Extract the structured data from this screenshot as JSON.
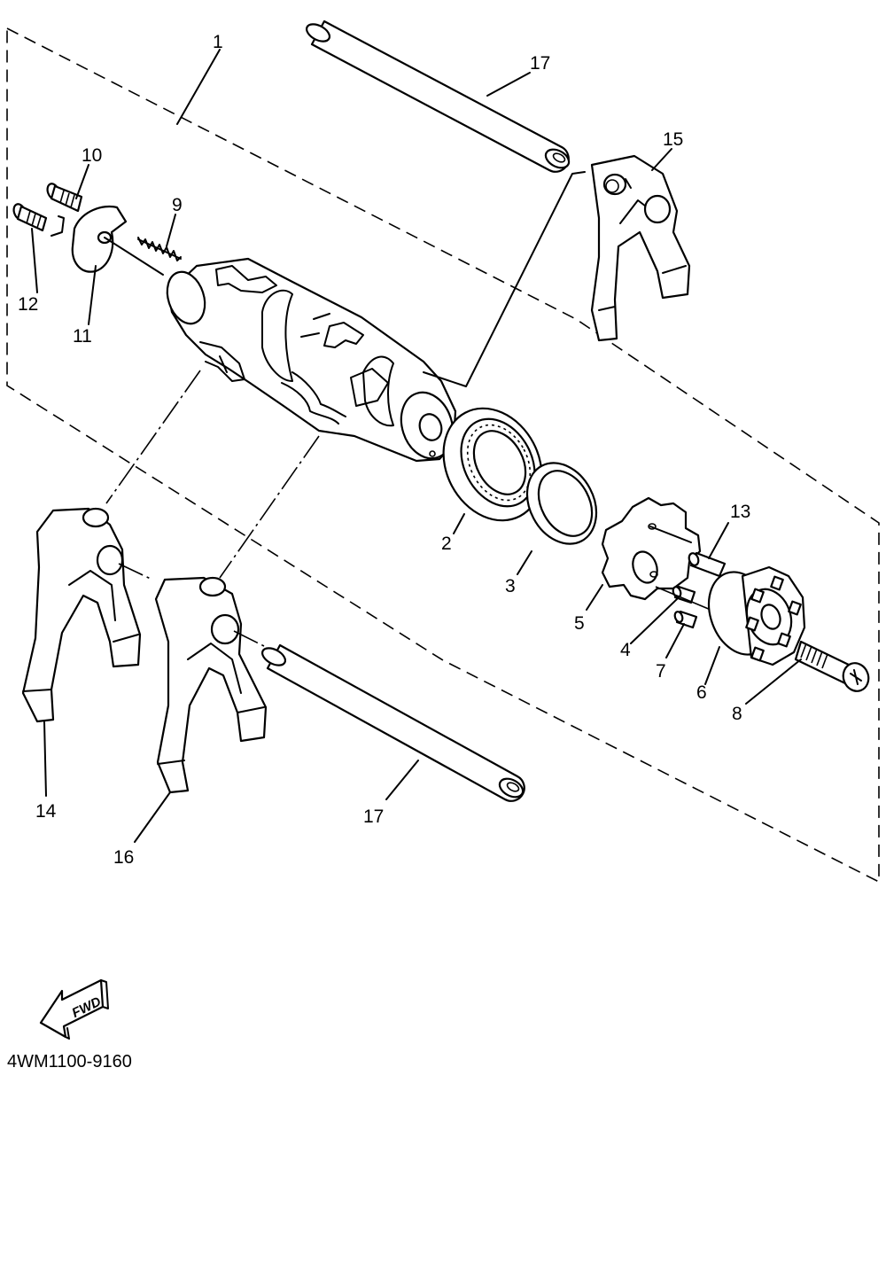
{
  "part_labels": {
    "p1": "1",
    "p2": "2",
    "p3": "3",
    "p4": "4",
    "p5": "5",
    "p6": "6",
    "p7": "7",
    "p8": "8",
    "p9": "9",
    "p10": "10",
    "p11": "11",
    "p12": "12",
    "p13": "13",
    "p14": "14",
    "p15": "15",
    "p16": "16",
    "p17_top": "17",
    "p17_bottom": "17"
  },
  "fwd_arrow_label": "FWD",
  "diagram_code": "4WM1100-9160"
}
